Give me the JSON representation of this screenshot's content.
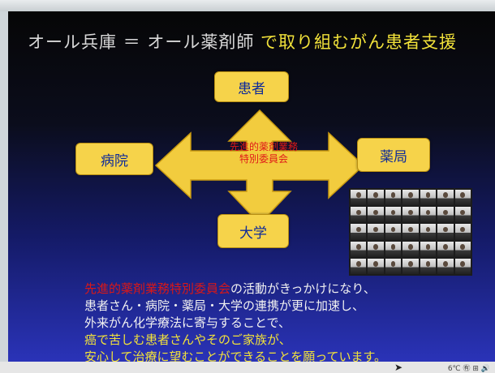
{
  "title": {
    "part1": "オール兵庫 ＝ オール薬剤師",
    "part2": "で取り組むがん患者支援"
  },
  "diagram": {
    "top": "患者",
    "left": "病院",
    "right": "薬局",
    "bottom": "大学",
    "center_line1": "先進的薬剤業務",
    "center_line2": "特別委員会"
  },
  "body": {
    "line1_red": "先進的薬剤業務特別委員会",
    "line1_rest": "の活動がきっかけになり、",
    "line2": "患者さん・病院・薬局・大学の連携が更に加速し、",
    "line3": "外来がん化学療法に寄与することで、",
    "line4": "癌で苦しむ患者さんやそのご家族が、",
    "line5": "安心して治療に望むことができることを願っています。"
  },
  "taskbar": {
    "tray": "6℃ ㊒ ⊞ 🔊"
  },
  "colors": {
    "accent_yellow": "#f6d34a",
    "arrow_yellow": "#f2cc3e",
    "box_text": "#0d2a9a",
    "red_text": "#d81818"
  },
  "icons": {
    "cursor": "mouse-pointer-icon"
  }
}
